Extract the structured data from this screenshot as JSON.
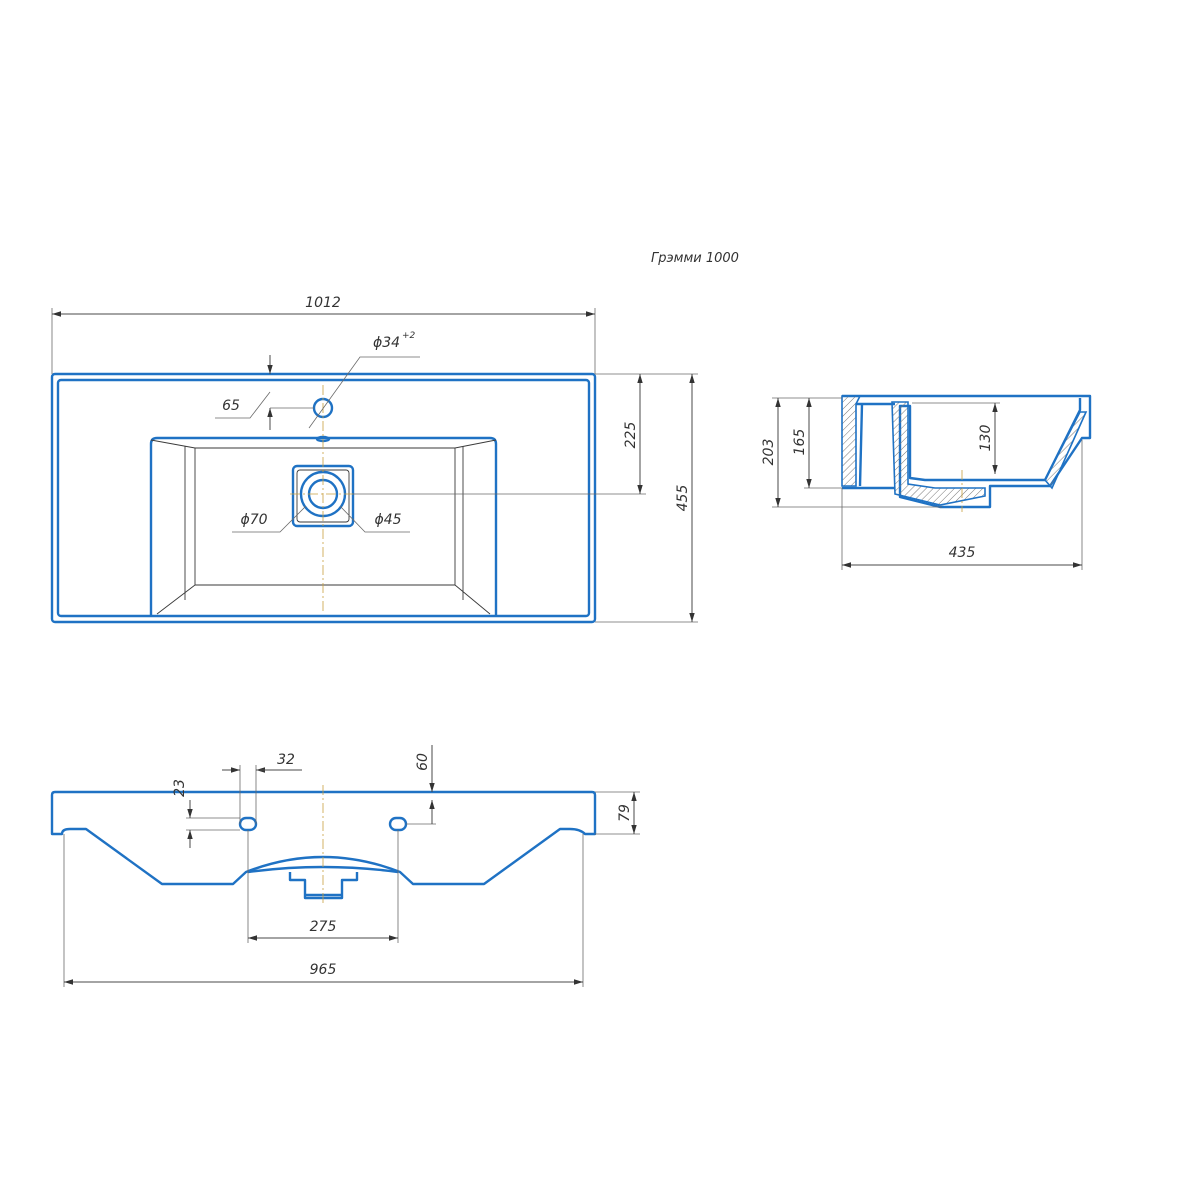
{
  "title": "Грэмми 1000",
  "colors": {
    "outline": "#1f72c4",
    "dimension": "#4a4a4a",
    "axis": "#c9a040"
  },
  "top_view": {
    "width": "1012",
    "depth": "455",
    "drain_offset": "225",
    "faucet_offset": "65",
    "faucet_hole": "ϕ34",
    "faucet_hole_tol": "+2",
    "drain_outer": "ϕ70",
    "drain_inner": "ϕ45"
  },
  "side_view": {
    "total_height": "203",
    "body_height": "165",
    "bowl_depth": "130",
    "depth": "435"
  },
  "front_view": {
    "slot_width": "32",
    "slot_height": "23",
    "slot_offset": "60",
    "top_thickness": "79",
    "slot_spacing": "275",
    "base_width": "965"
  }
}
